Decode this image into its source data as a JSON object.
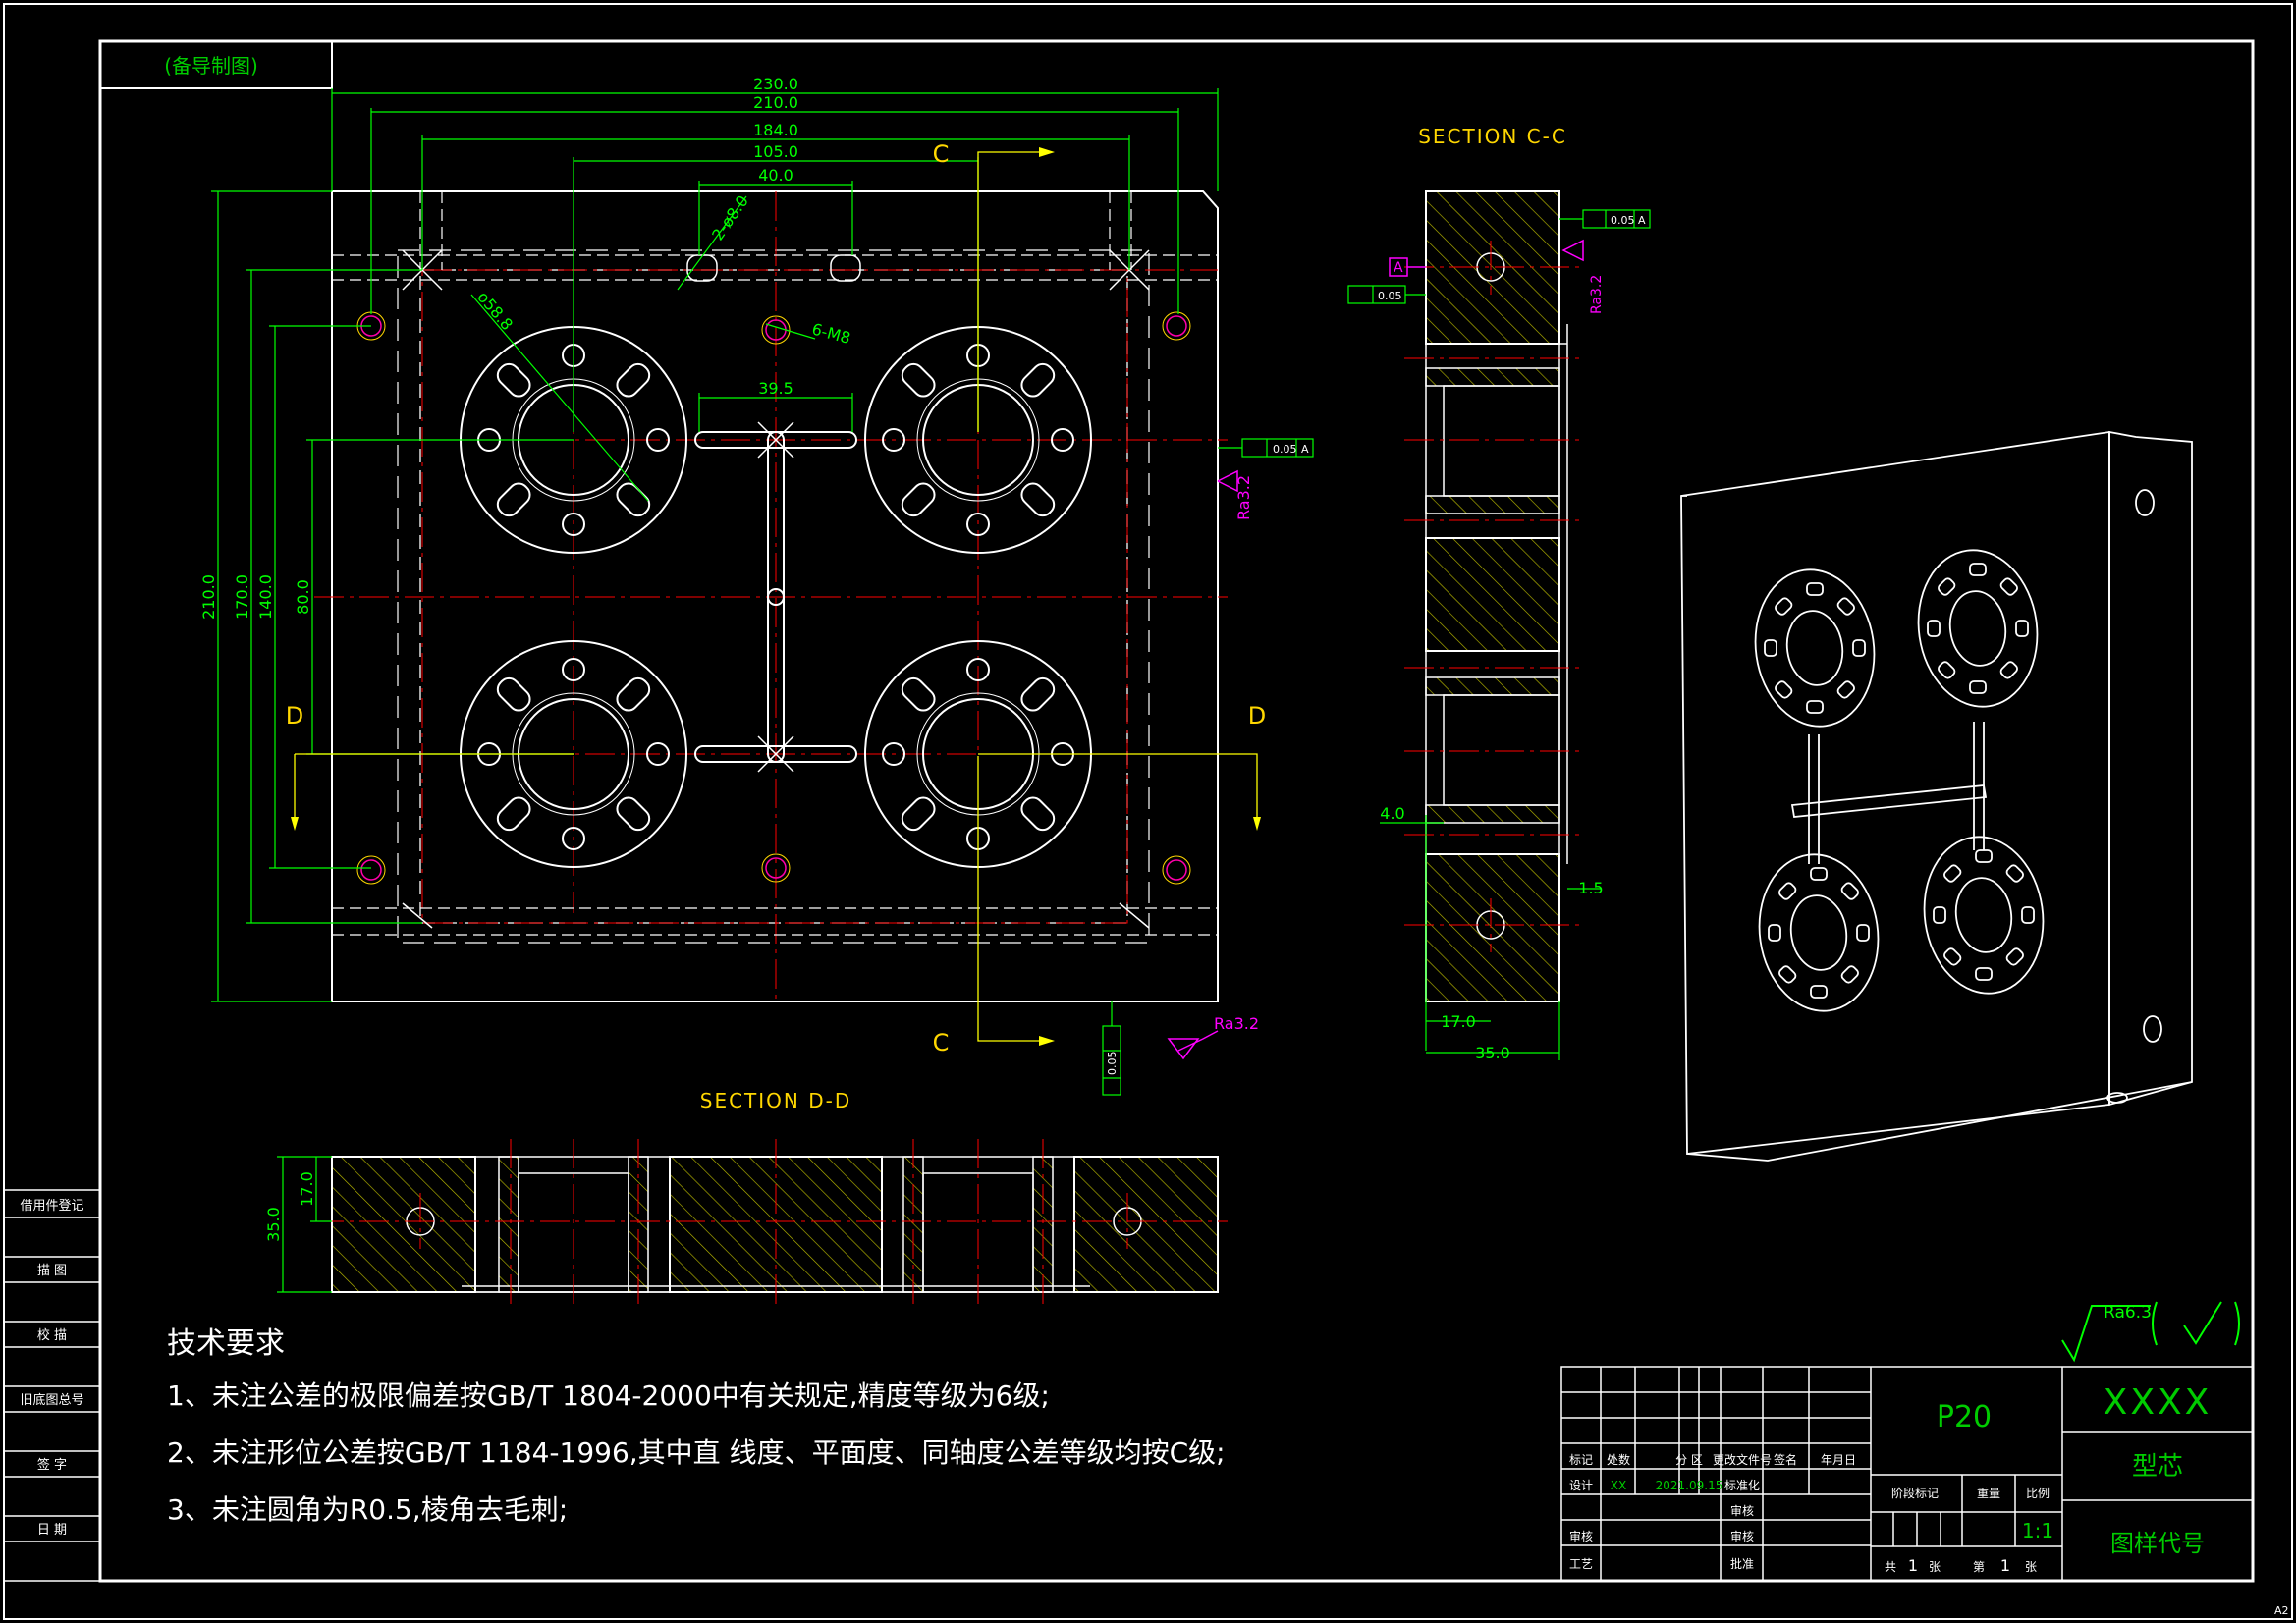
{
  "colors": {
    "background": "#000000",
    "outline": "#ffffff",
    "dimension": "#00ff00",
    "center_line": "#ff0000",
    "hatch": "#b5b500",
    "section_label": "#ffd700",
    "datum": "#ff00ff",
    "title_text": "#00cc00"
  },
  "corner_label": "(备导制图)",
  "plan_view": {
    "dims_horizontal": [
      "230.0",
      "210.0",
      "184.0",
      "105.0",
      "40.0",
      "39.5"
    ],
    "dims_vertical": [
      "210.0",
      "170.0",
      "140.0",
      "80.0"
    ],
    "callouts": {
      "holes_2": "2-ø8.0",
      "holes_6": "6-M8",
      "diameter": "ø58.8"
    },
    "section_marks": {
      "c_top": "C",
      "c_bottom": "C",
      "d_left": "D",
      "d_right": "D"
    },
    "tolerance_right": "0.05",
    "tolerance_bottom": "0.05",
    "datum_a": "A",
    "roughness_side": "Ra3.2",
    "roughness_bottom": "Ra3.2"
  },
  "section_cc": {
    "title": "SECTION C-C",
    "parallelism": "0.05",
    "flatness": "0.05",
    "datum": "A",
    "roughness": "Ra3.2",
    "dims": [
      "4.0",
      "1.5",
      "17.0",
      "35.0"
    ]
  },
  "section_dd": {
    "title": "SECTION D-D",
    "dims": [
      "17.0",
      "35.0"
    ]
  },
  "tech_requirements": {
    "heading": "技术要求",
    "items": [
      "1、未注公差的极限偏差按GB/T 1804-2000中有关规定,精度等级为6级;",
      "2、未注形位公差按GB/T 1184-1996,其中直 线度、平面度、同轴度公差等级均按C级;",
      "3、未注圆角为R0.5,棱角去毛刺;"
    ]
  },
  "global_roughness": "Ra6.3",
  "left_strip": [
    "借用件登记",
    "描 图",
    "校 描",
    "旧底图总号",
    "签 字",
    "日 期"
  ],
  "title_block": {
    "material": "P20",
    "code": "XXXX",
    "part_name": "型芯",
    "drawing_code": "图样代号",
    "header_cols": [
      "标记",
      "处数",
      "分 区",
      "更改文件号",
      "签名",
      "年月日"
    ],
    "rows": {
      "design": "设计",
      "designer": "XX",
      "date": "2021.09.15",
      "standard": "标准化",
      "check": "审核",
      "approve_label": "审核",
      "process": "工艺",
      "process_label": "批准",
      "review": "审核"
    },
    "stage_mark": "阶段标记",
    "weight": "重量",
    "scale": "比例",
    "scale_value": "1:1",
    "total": "共",
    "total_value": "1",
    "sheet_unit": "张",
    "sheet": "第",
    "sheet_value": "1",
    "sheet_unit2": "张"
  },
  "sheet_size": "A2"
}
